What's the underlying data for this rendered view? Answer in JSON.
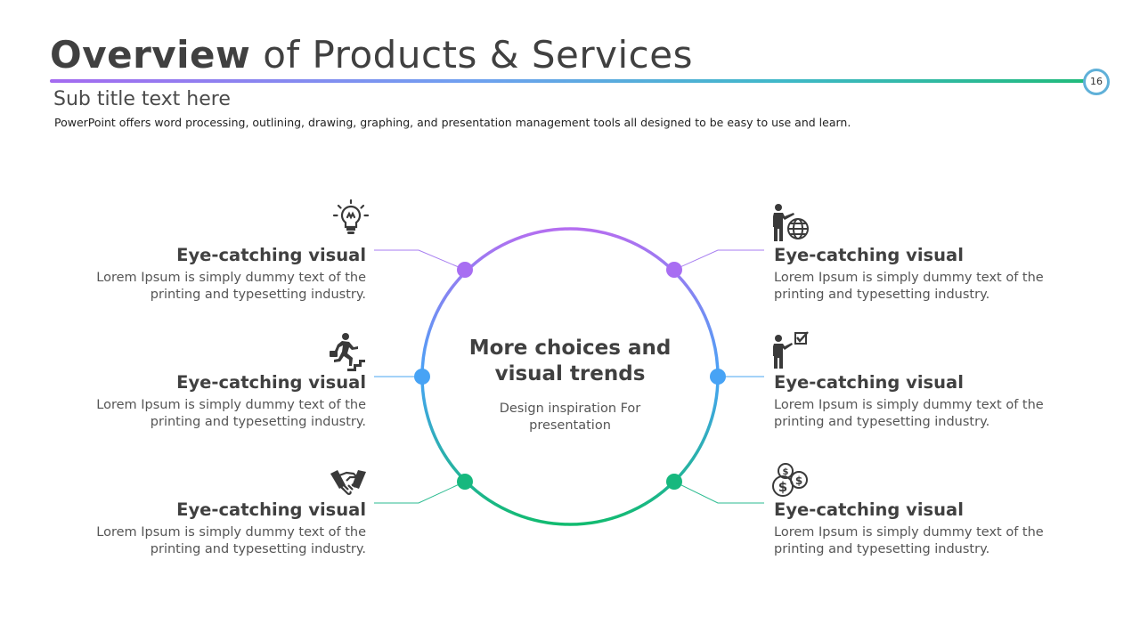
{
  "header": {
    "title_bold": "Overview",
    "title_rest": "of Products & Services",
    "subtitle": "Sub title text here",
    "description": "PowerPoint offers word processing, outlining, drawing, graphing, and presentation management tools all designed to be easy to use and learn.",
    "page_number": "16"
  },
  "center": {
    "title_line1": "More choices and",
    "title_line2": "visual trends",
    "subtitle_line1": "Design inspiration For",
    "subtitle_line2": "presentation"
  },
  "colors": {
    "purple": "#a46af0",
    "blue": "#47a3f5",
    "green": "#1fba78",
    "text_dark": "#404040"
  },
  "items": [
    {
      "heading": "Eye-catching visual",
      "body": "Lorem Ipsum is simply dummy text of the printing and typesetting industry.",
      "icon": "lightbulb-icon"
    },
    {
      "heading": "Eye-catching visual",
      "body": "Lorem Ipsum is simply dummy text of the printing and typesetting industry.",
      "icon": "running-person-stairs-icon"
    },
    {
      "heading": "Eye-catching visual",
      "body": "Lorem Ipsum is simply dummy text of the printing and typesetting industry.",
      "icon": "handshake-icon"
    },
    {
      "heading": "Eye-catching visual",
      "body": "Lorem Ipsum is simply dummy text of the printing and typesetting industry.",
      "icon": "presenter-globe-icon"
    },
    {
      "heading": "Eye-catching visual",
      "body": "Lorem Ipsum is simply dummy text of the printing and typesetting industry.",
      "icon": "presenter-checkbox-icon"
    },
    {
      "heading": "Eye-catching visual",
      "body": "Lorem Ipsum is simply dummy text of the printing and typesetting industry.",
      "icon": "coins-dollar-icon"
    }
  ]
}
